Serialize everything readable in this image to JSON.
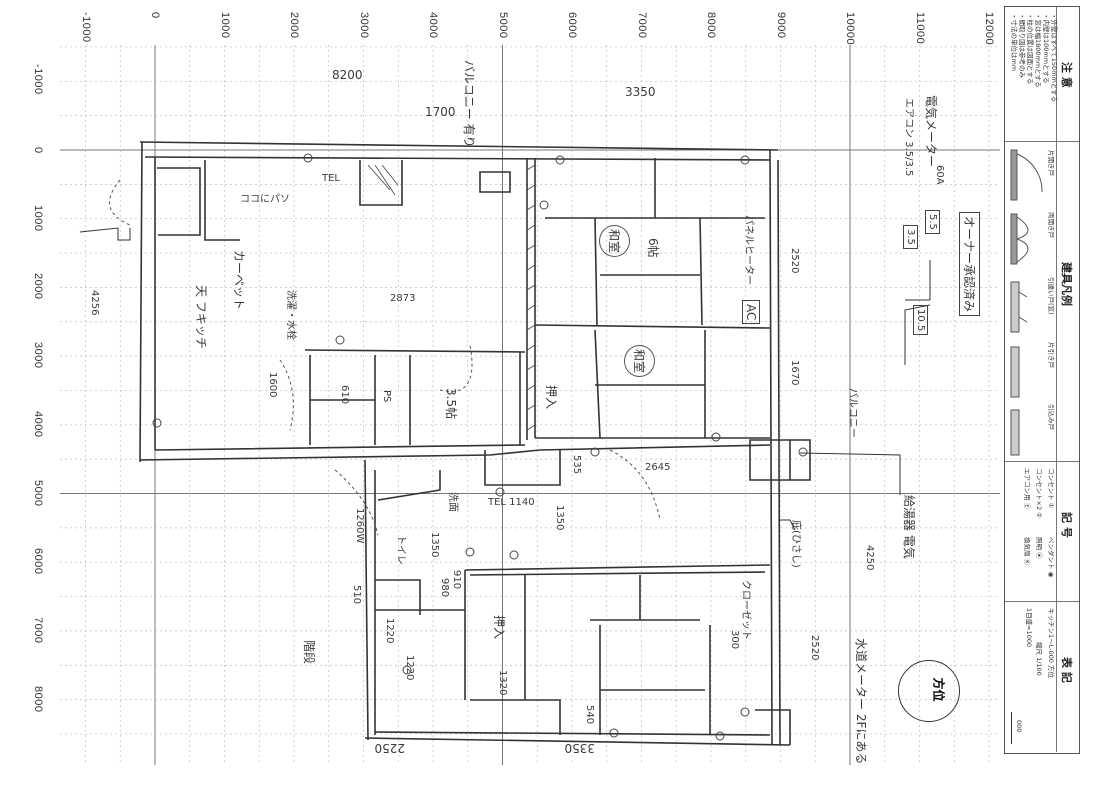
{
  "axis": {
    "x_ticks": [
      "-1000",
      "0",
      "1000",
      "2000",
      "3000",
      "4000",
      "5000",
      "6000",
      "7000",
      "8000",
      "9000",
      "10000",
      "11000",
      "12000"
    ],
    "y_ticks": [
      "-1000",
      "0",
      "1000",
      "2000",
      "3000",
      "4000",
      "5000",
      "6000",
      "7000",
      "8000"
    ]
  },
  "plan": {
    "dim_8200": "8200",
    "balcony_note": "バルコニー 有り",
    "dim_1700": "1700",
    "dim_3350_top": "3350",
    "tel": "TEL",
    "pc_here": "ココにパソ",
    "carpet": "カーペット",
    "kitchen": "天 フキッチ",
    "dim_2873": "2873",
    "dim_1600": "1600",
    "dim_610": "610",
    "ps": "PS",
    "room_35": "3.5帖",
    "washer": "洗濯・水栓",
    "tatami_6": "6帖",
    "washitsu_1": "和室",
    "washitsu_2": "和室",
    "oshiire_1": "押入",
    "ac": "AC",
    "panel": "パネルヒーター",
    "dim_2520_a": "2520",
    "dim_1670": "1670",
    "balcony_label": "バルコニー",
    "water_heater": "給湯器 電気",
    "dim_4250": "4250",
    "dim_2520_b": "2520",
    "water_meter": "水道メーター 2Fにある",
    "elec_meter": "電気メーター",
    "amp_60a": "60A",
    "owner_ok": "オーナー承認済み",
    "val_55": "5.5",
    "aircon": "エアコン 3.5/3.5",
    "val_35": "3.5",
    "val_105": "10.5",
    "dim_535": "535",
    "dim_2645": "2645",
    "tel_1140": "TEL 1140",
    "dim_1350_a": "1350",
    "dim_1260w": "1260W",
    "senmen": "洗面",
    "dim_1350_b": "1350",
    "dim_510": "510",
    "toilet": "トイレ",
    "dim_910": "910",
    "oshiire_2": "押入",
    "dim_1320": "1320",
    "dim_540": "540",
    "closet": "クローゼット",
    "dim_300": "300",
    "eaves": "庇(ひさし)",
    "dim_2250": "2250",
    "dim_3350_bot": "3350",
    "stairs": "階段",
    "dim_4256": "4256",
    "dim_1220": "1220",
    "n_980": "980",
    "n_1220b": "1220"
  },
  "legend": {
    "notes_title": "注 意",
    "notes": [
      "・外壁はすべて150mmとする",
      "・内壁は100mmとする",
      "・窓は幅1800mmとする",
      "・柱の位置は図面とする",
      "・間取り図は参考のみ",
      "・寸法の単位はmm"
    ],
    "fittings_title": "建具凡例",
    "fittings": [
      "片開き戸",
      "両開き戸",
      "引違い戸(窓)",
      "片引き戸",
      "引込み戸"
    ],
    "symbols_title": "記 号",
    "symbols": [
      "コンセント ①",
      "コンセント×2 ②",
      "エアコン用 Ⓔ",
      "ペンダント ◉",
      "照明 ⦿",
      "換気扇 Ⓚ"
    ],
    "notation_title": "表 記",
    "notation": [
      "キッチン1～L-000 方位",
      "1目盛=1000",
      "縮尺 1/100",
      "000"
    ],
    "compass": "方位"
  },
  "colors": {
    "line": "#333333",
    "grid": "#bdbdbd",
    "paper": "#ffffff"
  }
}
